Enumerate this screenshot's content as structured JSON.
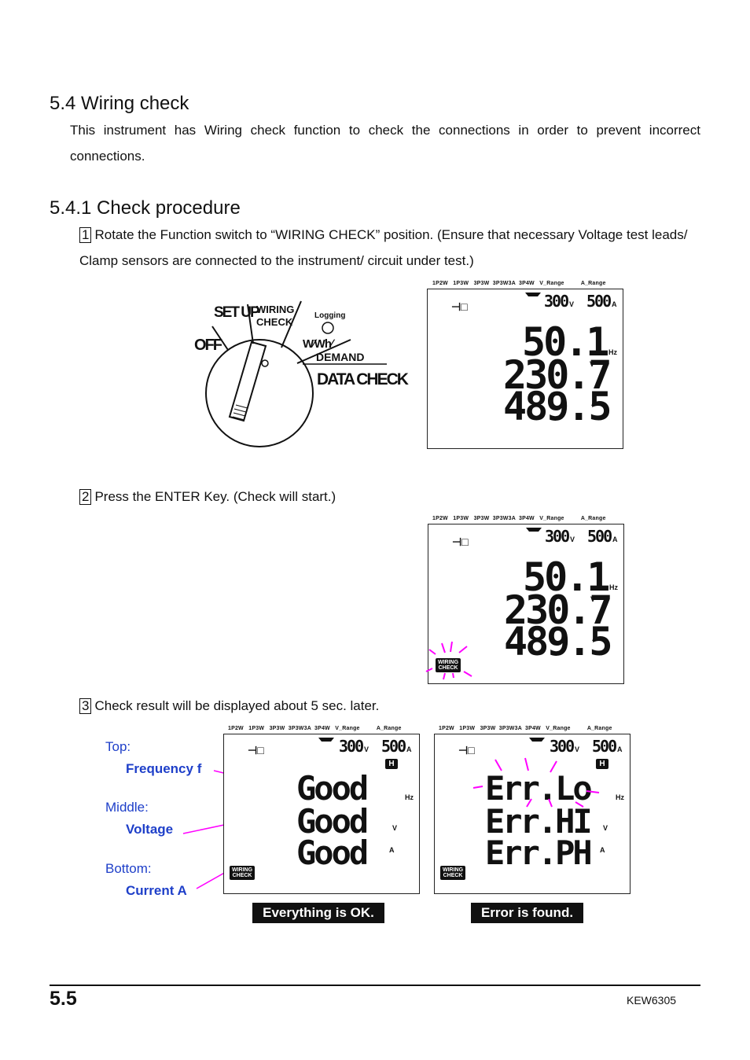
{
  "section": {
    "title": "5.4 Wiring check",
    "intro": "This instrument has Wiring check function to check the connections in order to prevent incorrect connections."
  },
  "subsection": {
    "title": "5.4.1 Check procedure"
  },
  "steps": [
    {
      "num": "1",
      "text": "Rotate the Function switch to “WIRING CHECK” position. (Ensure that necessary Voltage test leads/ Clamp sensors are connected to the instrument/ circuit under test.)"
    },
    {
      "num": "2",
      "text": "Press the ENTER Key. (Check will start.)"
    },
    {
      "num": "3",
      "text": "Check result will be displayed about 5 sec. later."
    }
  ],
  "dial": {
    "off": "OFF",
    "setup": "SET UP",
    "wiring1": "WIRING",
    "wiring2": "CHECK",
    "logging": "Logging",
    "wwh": "W∕Wh∕",
    "demand": "DEMAND",
    "datacheck": "DATA CHECK"
  },
  "lcd": {
    "header": "1P2W   1P3W   3P3W  3P3W3A  3P4W   V_Range          A_Range",
    "v_range": "300",
    "a_range": "500",
    "v_unit": "V",
    "a_unit": "A",
    "hz_unit": "Hz",
    "freq": "50.1",
    "volt": "230.7",
    "amp": "489.5",
    "wiring_badge1": "WIRING",
    "wiring_badge2": "CHECK",
    "hold": "H",
    "good": "Good",
    "err_lo": "Err.Lo",
    "err_hi": "Err.HI",
    "err_ph": "Err.PH"
  },
  "legend": {
    "top": "Top:",
    "top_val": "Frequency f",
    "middle": "Middle:",
    "middle_val": "Voltage",
    "bottom": "Bottom:",
    "bottom_val": "Current A"
  },
  "results": {
    "ok": "Everything is OK.",
    "err": "Error is found."
  },
  "footer": {
    "page": "5.5",
    "model": "KEW6305"
  },
  "colors": {
    "accent_blue": "#1e3fc9",
    "arrow_magenta": "#ff00ff"
  }
}
